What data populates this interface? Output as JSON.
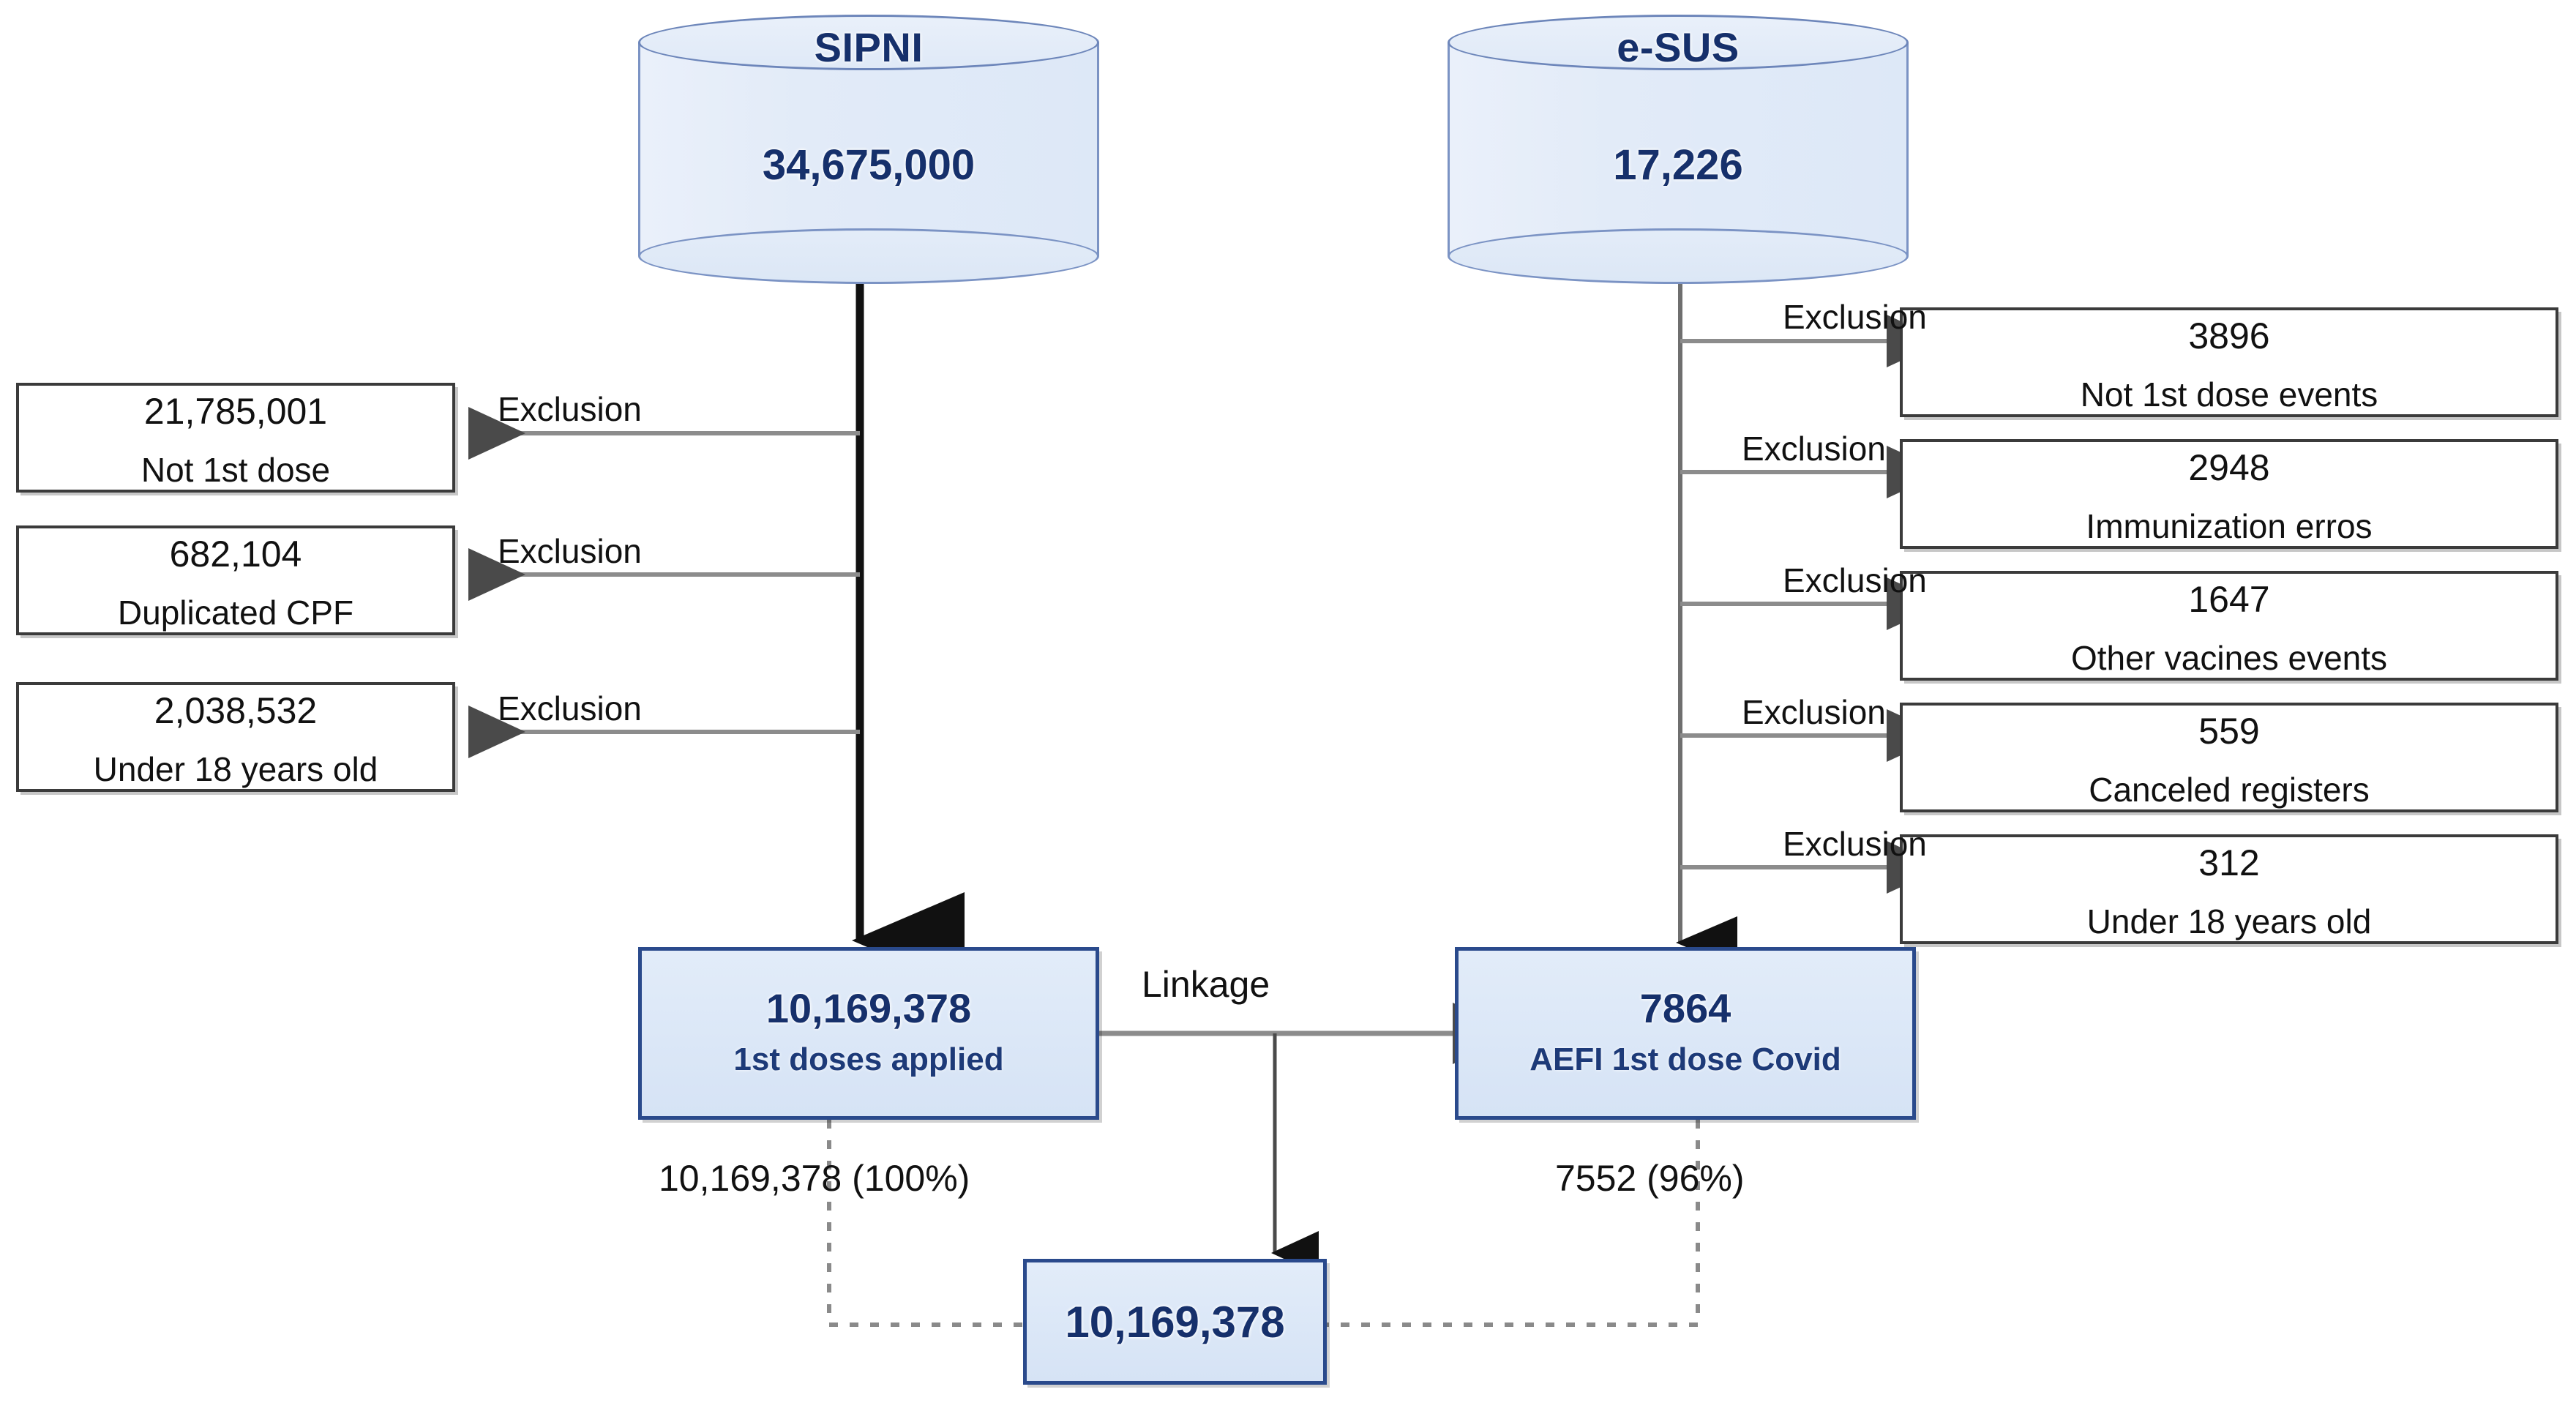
{
  "diagram": {
    "title": "Record linkage flow diagram SIPNI / e-SUS",
    "colors": {
      "cylinder_fill": "#e2ebf8",
      "cylinder_stroke": "#6d86ba",
      "blue_box_fill": "#dbe7f7",
      "blue_box_stroke": "#2a4a8c",
      "blue_text": "#16306b",
      "plain_box_stroke": "#3b3b3b",
      "arrow_gray": "#8c8c8c",
      "arrow_black": "#111111"
    },
    "sources": [
      {
        "id": "sipni",
        "name": "SIPNI",
        "count": "34,675,000"
      },
      {
        "id": "esus",
        "name": "e-SUS",
        "count": "17,226"
      }
    ],
    "left_exclusions": [
      {
        "count": "21,785,001",
        "reason": "Not 1st dose",
        "edge_label": "Exclusion"
      },
      {
        "count": "682,104",
        "reason": "Duplicated CPF",
        "edge_label": "Exclusion"
      },
      {
        "count": "2,038,532",
        "reason": "Under 18 years old",
        "edge_label": "Exclusion"
      }
    ],
    "right_exclusions": [
      {
        "count": "3896",
        "reason": "Not 1st dose events",
        "edge_label": "Exclusion"
      },
      {
        "count": "2948",
        "reason": "Immunization erros",
        "edge_label": "Exclusion"
      },
      {
        "count": "1647",
        "reason": "Other vacines events",
        "edge_label": "Exclusion"
      },
      {
        "count": "559",
        "reason": "Canceled registers",
        "edge_label": "Exclusion"
      },
      {
        "count": "312",
        "reason": "Under 18 years old",
        "edge_label": "Exclusion"
      }
    ],
    "results": {
      "left": {
        "count": "10,169,378",
        "label": "1st doses applied"
      },
      "right": {
        "count": "7864",
        "label": "AEFI 1st dose Covid"
      }
    },
    "linkage": {
      "edge_label": "Linkage",
      "left_yield": "10,169,378 (100%)",
      "right_yield": "7552 (96%)",
      "final": {
        "count": "10,169,378"
      }
    }
  }
}
